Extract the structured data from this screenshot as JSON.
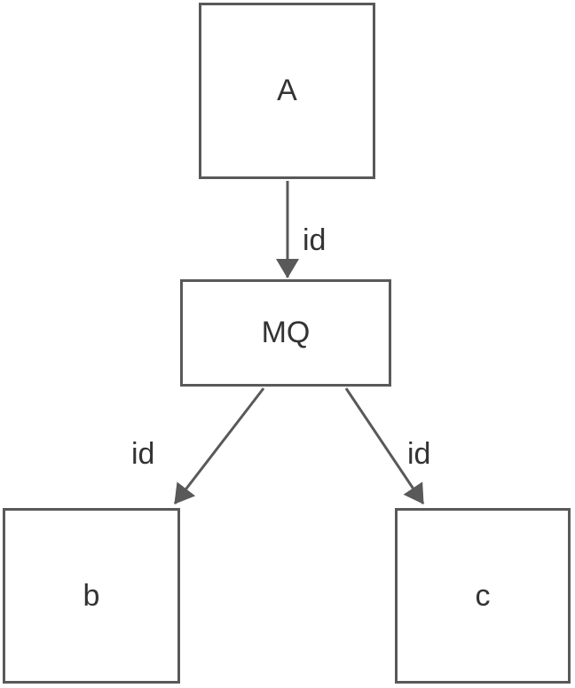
{
  "diagram": {
    "nodes": {
      "a": {
        "label": "A"
      },
      "mq": {
        "label": "MQ"
      },
      "b": {
        "label": "b"
      },
      "c": {
        "label": "c"
      }
    },
    "edges": {
      "a_mq": {
        "label": "id",
        "from": "A",
        "to": "MQ"
      },
      "mq_b": {
        "label": "id",
        "from": "MQ",
        "to": "b"
      },
      "mq_c": {
        "label": "id",
        "from": "MQ",
        "to": "c"
      }
    },
    "colors": {
      "stroke": "#595959",
      "text": "#333333",
      "background": "#ffffff"
    }
  }
}
